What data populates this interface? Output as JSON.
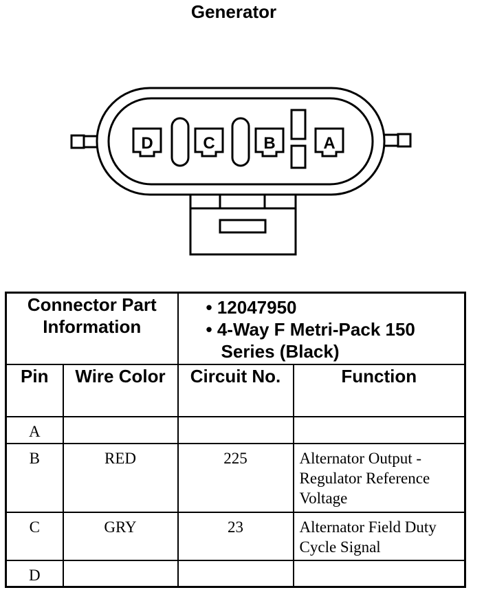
{
  "title": "Generator",
  "connector": {
    "pins": [
      {
        "label": "D"
      },
      {
        "label": "C"
      },
      {
        "label": "B"
      },
      {
        "label": "A"
      }
    ]
  },
  "table": {
    "part_info_label": "Connector Part Information",
    "part_info_items": [
      "• 12047950",
      "• 4-Way F Metri-Pack 150 Series (Black)"
    ],
    "headers": {
      "pin": "Pin",
      "wire_color": "Wire Color",
      "circuit": "Circuit No.",
      "function": "Function"
    },
    "rows": [
      {
        "pin": "A",
        "wire_color": "",
        "circuit": "",
        "function": ""
      },
      {
        "pin": "B",
        "wire_color": "RED",
        "circuit": "225",
        "function": "Alternator Output - Regulator Reference Voltage"
      },
      {
        "pin": "C",
        "wire_color": "GRY",
        "circuit": "23",
        "function": "Alternator Field Duty Cycle Signal"
      },
      {
        "pin": "D",
        "wire_color": "",
        "circuit": "",
        "function": ""
      }
    ]
  }
}
